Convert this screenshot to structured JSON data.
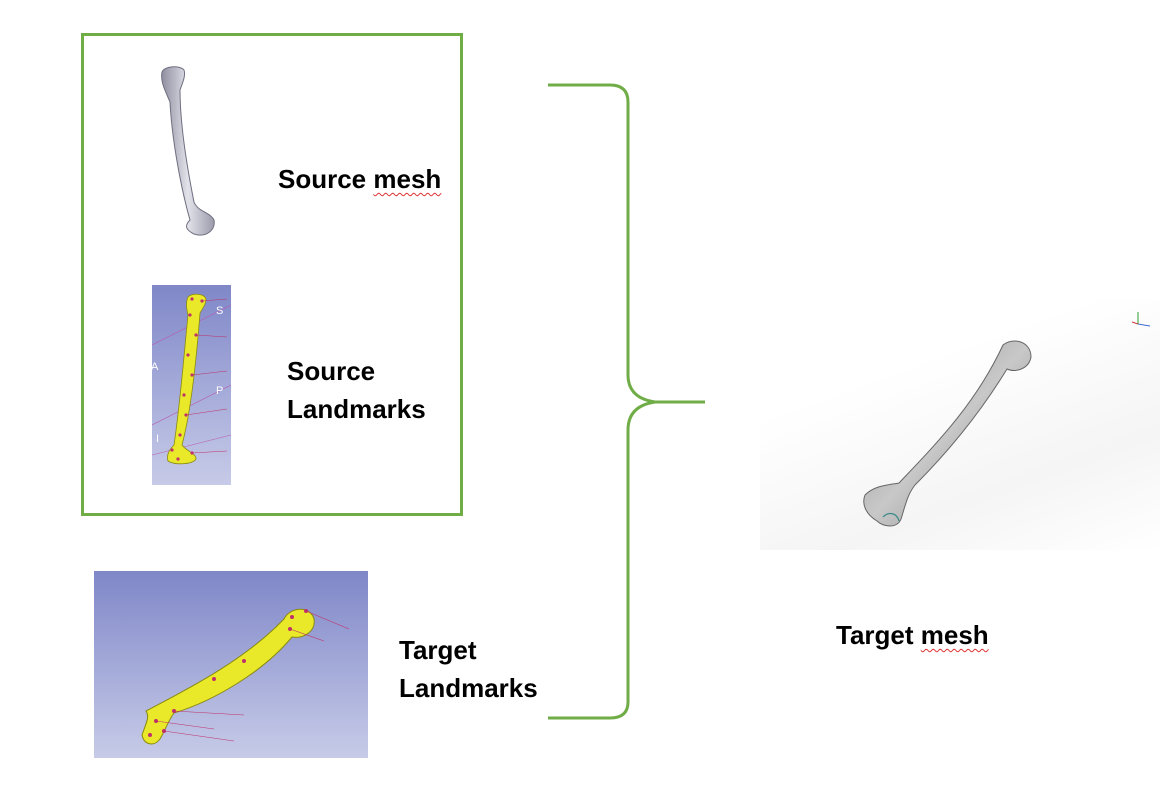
{
  "labels": {
    "source_mesh": "Source mesh",
    "source_mesh_word1": "Source",
    "source_mesh_word2": "mesh",
    "source_landmarks": "Source\nLandmarks",
    "target_landmarks": "Target\nLandmarks",
    "target_mesh_word1": "Target",
    "target_mesh_word2": "mesh"
  },
  "source_landmarks_panel": {
    "orientation_letters": [
      "S",
      "A",
      "P",
      "I"
    ]
  },
  "colors": {
    "group_border": "#70ad47",
    "brace": "#70ad47",
    "bone_mesh": "#c9c9d6",
    "landmark_bone": "#e9e92a",
    "landmark_points": "#c0306a",
    "panel_gradient_top": "#7f87c8",
    "panel_gradient_bottom": "#c7cbe8",
    "spellcheck_underline": "#e03030"
  },
  "icons": [
    "bone-mesh-icon",
    "bone-landmarks-icon",
    "axes-icon"
  ]
}
